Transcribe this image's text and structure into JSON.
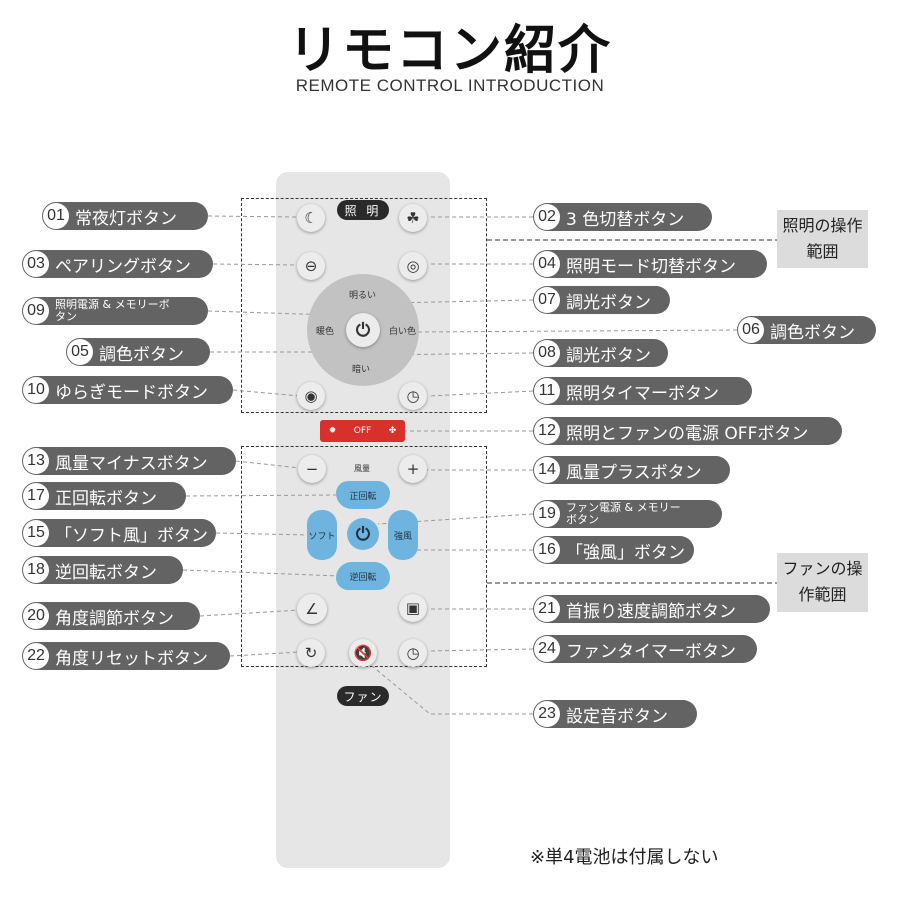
{
  "header": {
    "title": "リモコン紹介",
    "subtitle": "REMOTE CONTROL INTRODUCTION"
  },
  "remote": {
    "light_tag": "照 明",
    "fan_tag": "ファン",
    "brighter": "明るい",
    "darker": "暗い",
    "warm": "暖色",
    "white": "白い色",
    "off": "OFF",
    "fan_speed": "風量",
    "minus": "−",
    "plus": "+",
    "forward": "正回転",
    "reverse": "逆回転",
    "soft": "ソフト",
    "strong": "強風"
  },
  "labels": [
    {
      "num": "01",
      "text": "常夜灯ボタン"
    },
    {
      "num": "03",
      "text": "ペアリングボタン"
    },
    {
      "num": "09",
      "text": "照明電源 & メモリーボタン"
    },
    {
      "num": "05",
      "text": "調色ボタン"
    },
    {
      "num": "10",
      "text": "ゆらぎモードボタン"
    },
    {
      "num": "13",
      "text": "風量マイナスボタン"
    },
    {
      "num": "17",
      "text": "正回転ボタン"
    },
    {
      "num": "15",
      "text": "「ソフト風」ボタン"
    },
    {
      "num": "18",
      "text": "逆回転ボタン"
    },
    {
      "num": "20",
      "text": "角度調節ボタン"
    },
    {
      "num": "22",
      "text": "角度リセットボタン"
    },
    {
      "num": "02",
      "text": "3 色切替ボタン"
    },
    {
      "num": "04",
      "text": "照明モード切替ボタン"
    },
    {
      "num": "07",
      "text": "調光ボタン"
    },
    {
      "num": "06",
      "text": "調色ボタン"
    },
    {
      "num": "08",
      "text": "調光ボタン"
    },
    {
      "num": "11",
      "text": "照明タイマーボタン"
    },
    {
      "num": "12",
      "text": "照明とファンの電源 OFFボタン"
    },
    {
      "num": "14",
      "text": "風量プラスボタン"
    },
    {
      "num": "19",
      "text": "ファン電源 & メモリーボタン"
    },
    {
      "num": "16",
      "text": "「強風」ボタン"
    },
    {
      "num": "21",
      "text": "首振り速度調節ボタン"
    },
    {
      "num": "24",
      "text": "ファンタイマーボタン"
    },
    {
      "num": "23",
      "text": "設定音ボタン"
    }
  ],
  "areas": {
    "light": "照明の操作範囲",
    "fan": "ファンの操作範囲"
  },
  "note": "※単4電池は付属しない",
  "colors": {
    "pill": "#636363",
    "remote": "#e6e6e6",
    "fan_buttons": "#6fb4de",
    "off_button": "#d9302c"
  }
}
